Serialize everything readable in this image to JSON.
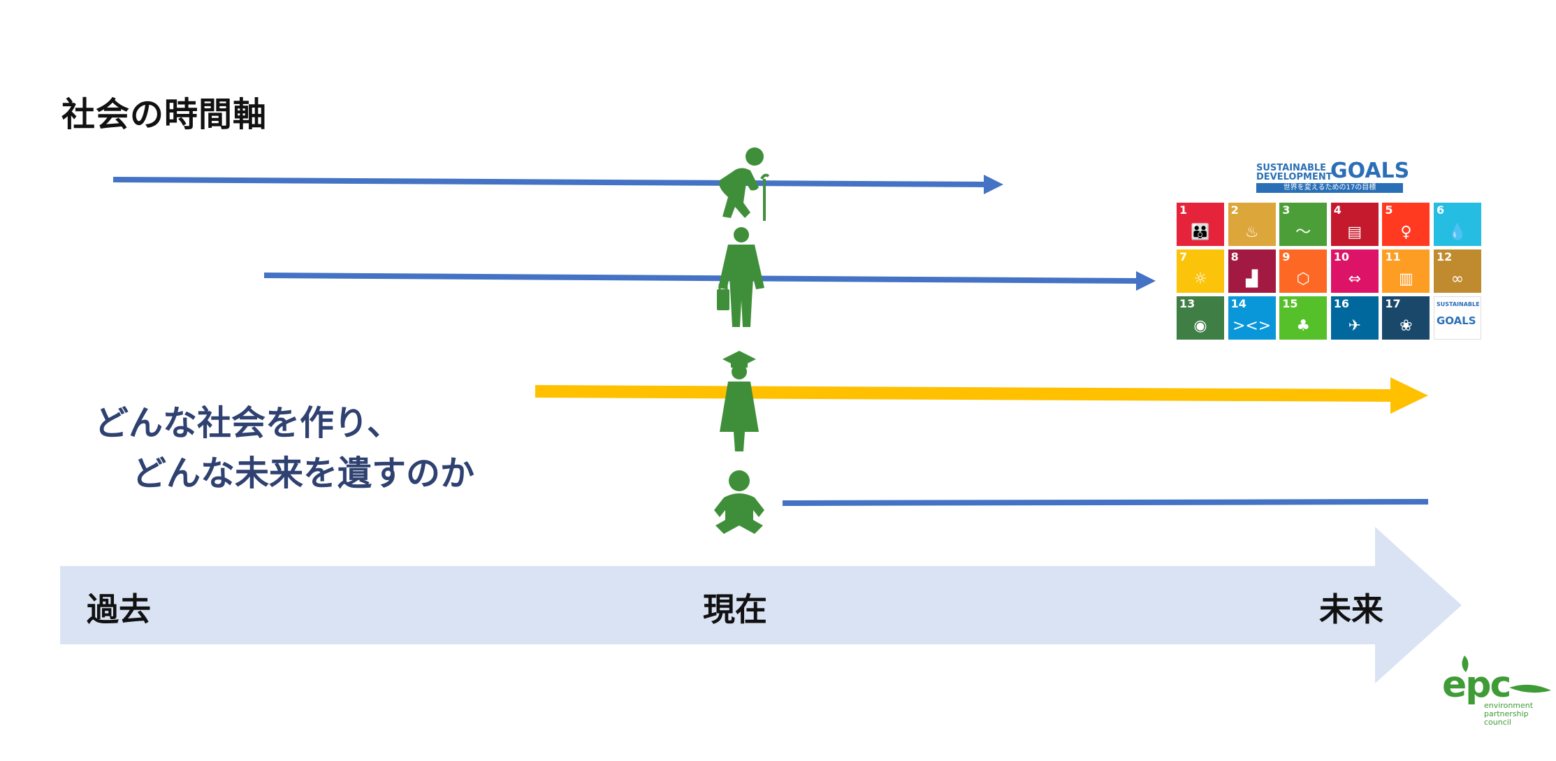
{
  "title": "社会の時間軸",
  "question": {
    "line1": "どんな社会を作り、",
    "line2": "どんな未来を遺すのか"
  },
  "timeline": {
    "past": "過去",
    "present": "現在",
    "future": "未来"
  },
  "colors": {
    "generation_arrow": "#4472C4",
    "highlight_arrow": "#FFC000",
    "timeline_band": "#DAE3F3",
    "figure": "#3F8F3A",
    "question_text": "#2E4170"
  },
  "figures": [
    "elderly-person-icon",
    "businessperson-icon",
    "graduate-icon",
    "baby-icon"
  ],
  "sdg": {
    "brand_line1": "SUSTAINABLE",
    "brand_line2": "DEVELOPMENT",
    "brand_goals": "GOALS",
    "subtitle": "世界を変えるための17の目標",
    "goals": [
      {
        "n": "1",
        "color": "#E5243B",
        "icon": "people-icon"
      },
      {
        "n": "2",
        "color": "#DDA63A",
        "icon": "bowl-icon"
      },
      {
        "n": "3",
        "color": "#4C9F38",
        "icon": "heartbeat-icon"
      },
      {
        "n": "4",
        "color": "#C5192D",
        "icon": "book-icon"
      },
      {
        "n": "5",
        "color": "#FF3A21",
        "icon": "gender-icon"
      },
      {
        "n": "6",
        "color": "#26BDE2",
        "icon": "water-drop-icon"
      },
      {
        "n": "7",
        "color": "#FCC30B",
        "icon": "sun-icon"
      },
      {
        "n": "8",
        "color": "#A21942",
        "icon": "growth-chart-icon"
      },
      {
        "n": "9",
        "color": "#FD6925",
        "icon": "cubes-icon"
      },
      {
        "n": "10",
        "color": "#DD1367",
        "icon": "equality-icon"
      },
      {
        "n": "11",
        "color": "#FD9D24",
        "icon": "buildings-icon"
      },
      {
        "n": "12",
        "color": "#BF8B2E",
        "icon": "infinity-icon"
      },
      {
        "n": "13",
        "color": "#3F7E44",
        "icon": "eye-globe-icon"
      },
      {
        "n": "14",
        "color": "#0A97D9",
        "icon": "fish-icon"
      },
      {
        "n": "15",
        "color": "#56C02B",
        "icon": "tree-icon"
      },
      {
        "n": "16",
        "color": "#00689D",
        "icon": "dove-icon"
      },
      {
        "n": "17",
        "color": "#19486A",
        "icon": "rings-icon"
      }
    ],
    "logo_tile_line1": "SUSTAINABLE DEVELOPMENT",
    "logo_tile_line2": "GOALS"
  },
  "epc": {
    "word": "epc",
    "line1": "environment",
    "line2": "partnership",
    "line3": "council"
  }
}
